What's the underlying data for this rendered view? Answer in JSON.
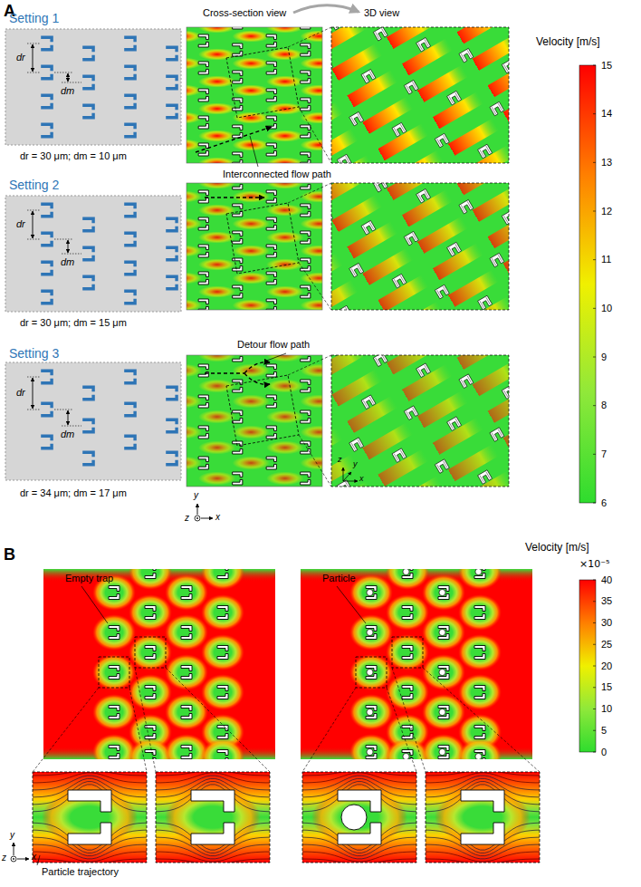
{
  "diagram": {
    "labels": [
      "A",
      "Setting 1",
      "dr",
      "dm",
      "dr = 30 μm; dm = 10 μm",
      "Setting 2",
      "dr",
      "dm",
      "dr = 30 μm; dm = 15 μm",
      "Setting 3",
      "dr",
      "dm",
      "dr = 34 μm; dm = 17 μm",
      "Cross-section view",
      "3D view",
      "Interconnected flow path",
      "Detour flow path",
      "y",
      "z",
      "x",
      "z",
      "y",
      "x",
      "Velocity [m/s]",
      "15",
      "14",
      "13",
      "12",
      "11",
      "10",
      "9",
      "8",
      "7",
      "6",
      "B",
      "Empty trap",
      "Particle",
      "Velocity [m/s]",
      "×10⁻⁵",
      "40",
      "35",
      "30",
      "25",
      "20",
      "15",
      "10",
      "5",
      "0",
      "y",
      "z",
      "x",
      "Particle trajectory"
    ]
  }
}
